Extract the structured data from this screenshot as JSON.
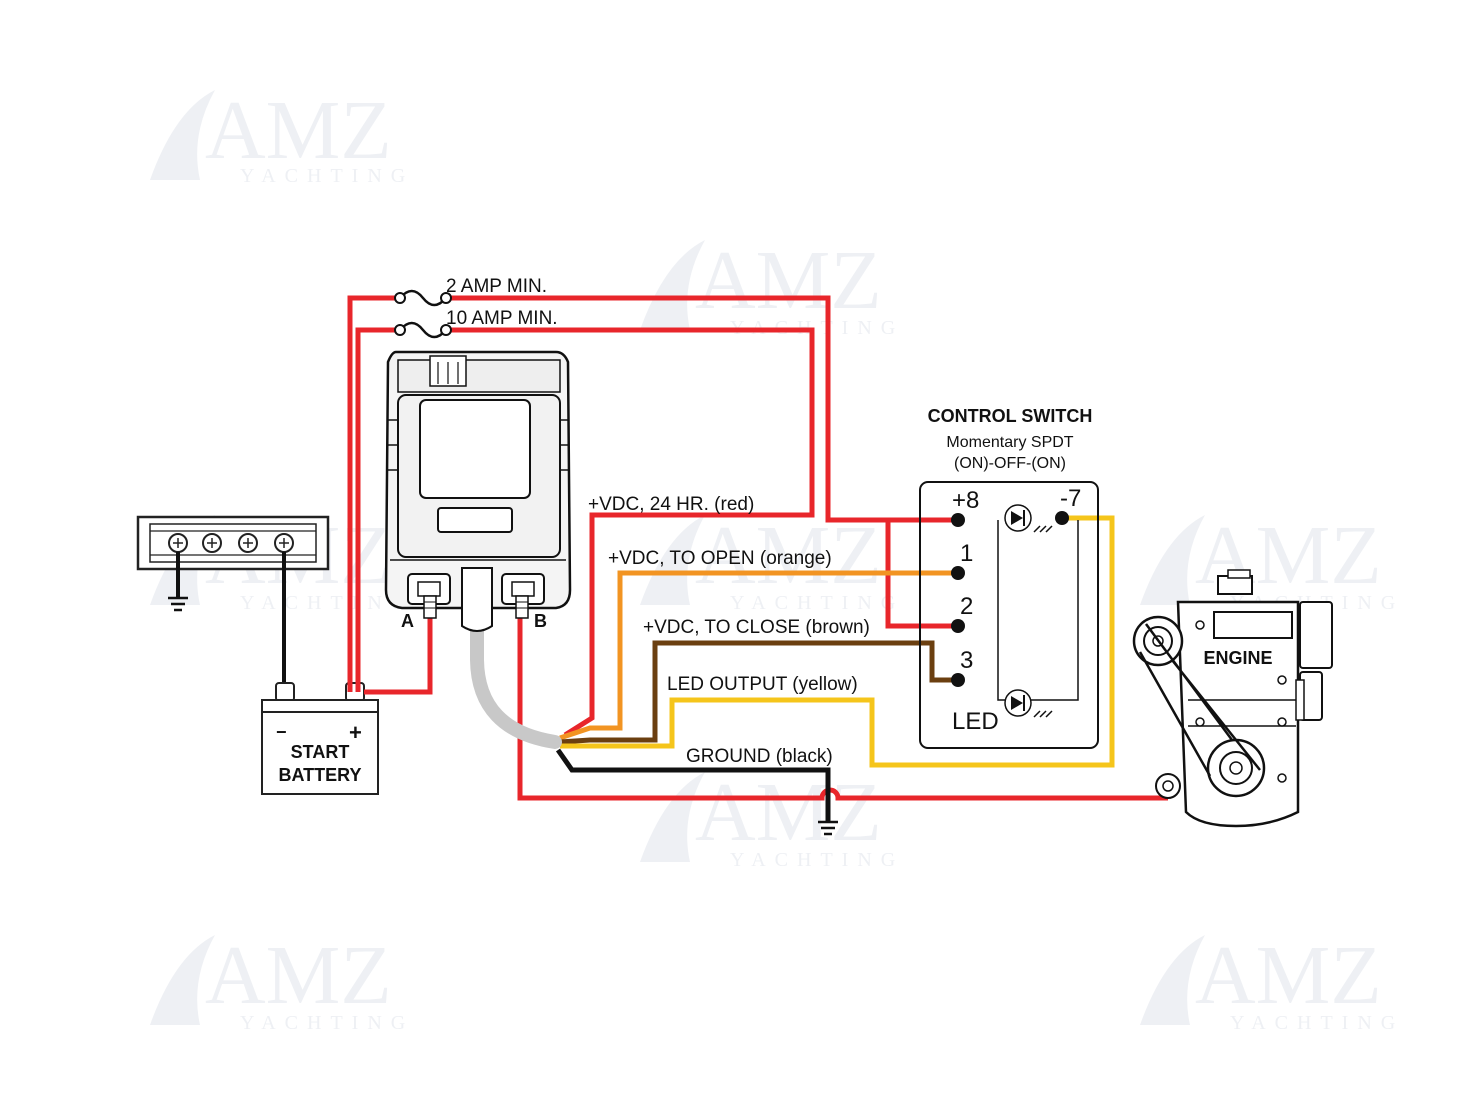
{
  "watermark": {
    "brand": "AMZ",
    "sub": "YACHTING"
  },
  "colors": {
    "red": "#e8262b",
    "orange": "#f29422",
    "brown": "#6b3f10",
    "yellow": "#f5c51b",
    "black": "#111111",
    "cable": "#c8c8c8"
  },
  "fuses": {
    "fuse_2a": "2 AMP MIN.",
    "fuse_10a": "10 AMP MIN."
  },
  "relay": {
    "terminal_a": "A",
    "terminal_b": "B"
  },
  "battery": {
    "line1": "START",
    "line2": "BATTERY",
    "minus": "−",
    "plus": "+"
  },
  "wires": {
    "red": "+VDC, 24 HR. (red)",
    "orange": "+VDC, TO OPEN (orange)",
    "brown": "+VDC, TO CLOSE (brown)",
    "yellow": "LED OUTPUT (yellow)",
    "black": "GROUND (black)"
  },
  "control_switch": {
    "title": "CONTROL SWITCH",
    "subtitle": "Momentary SPDT",
    "mode": "(ON)-OFF-(ON)",
    "pin_plus8": "+8",
    "pin_minus7": "-7",
    "pin_1": "1",
    "pin_2": "2",
    "pin_3": "3",
    "led": "LED"
  },
  "engine": {
    "label": "ENGINE"
  }
}
